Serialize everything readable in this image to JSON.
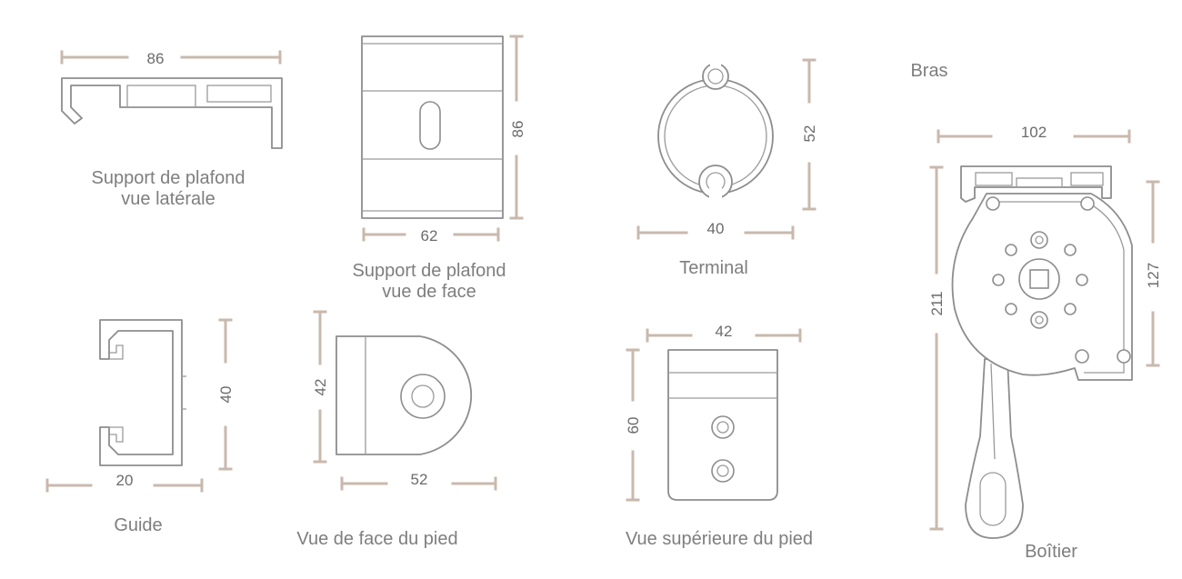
{
  "captions": {
    "ceiling_side": [
      "Support de plafond",
      "vue latérale"
    ],
    "ceiling_front": [
      "Support de plafond",
      "vue de face"
    ],
    "terminal": "Terminal",
    "bras": "Bras",
    "guide": "Guide",
    "foot_front": "Vue de face du pied",
    "foot_top": "Vue supérieure du pied",
    "boitier": "Boîtier"
  },
  "dimensions": {
    "ceiling_side_width": "86",
    "ceiling_front_height": "86",
    "ceiling_front_width": "62",
    "terminal_height": "52",
    "terminal_width": "40",
    "guide_height": "40",
    "guide_width": "20",
    "foot_front_height": "42",
    "foot_front_width": "52",
    "foot_top_width": "42",
    "foot_top_height": "60",
    "boitier_width": "102",
    "boitier_height": "211",
    "boitier_arm": "127"
  }
}
